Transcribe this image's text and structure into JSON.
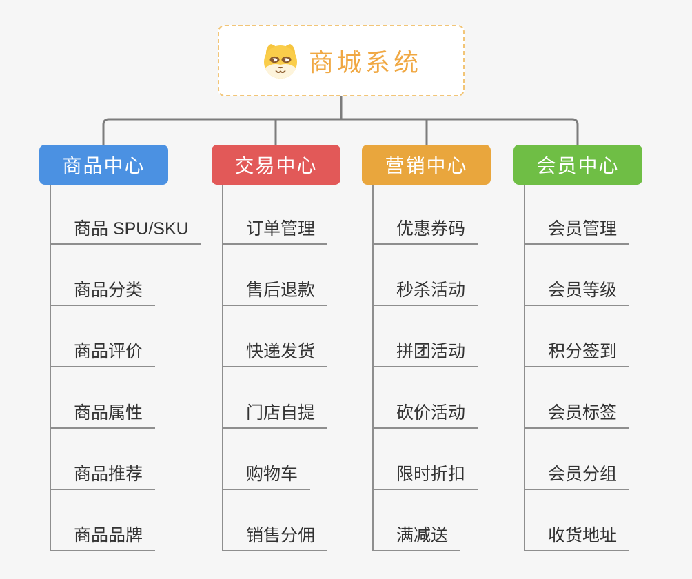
{
  "root": {
    "title": "商城系统",
    "icon": "shiba-dog-icon",
    "text_color": "#F0A843",
    "border_color": "#F2C577"
  },
  "palette": {
    "background": "#F6F6F6",
    "connector": "#7C7C7C",
    "child_line": "#8E8E8E",
    "child_text": "#333333"
  },
  "branches": [
    {
      "label": "商品中心",
      "color": "#4B91E2",
      "children": [
        "商品 SPU/SKU",
        "商品分类",
        "商品评价",
        "商品属性",
        "商品推荐",
        "商品品牌"
      ]
    },
    {
      "label": "交易中心",
      "color": "#E25958",
      "children": [
        "订单管理",
        "售后退款",
        "快递发货",
        "门店自提",
        "购物车",
        "销售分佣"
      ]
    },
    {
      "label": "营销中心",
      "color": "#E9A63D",
      "children": [
        "优惠券码",
        "秒杀活动",
        "拼团活动",
        "砍价活动",
        "限时折扣",
        "满减送"
      ]
    },
    {
      "label": "会员中心",
      "color": "#6FBE45",
      "children": [
        "会员管理",
        "会员等级",
        "积分签到",
        "会员标签",
        "会员分组",
        "收货地址"
      ]
    }
  ]
}
